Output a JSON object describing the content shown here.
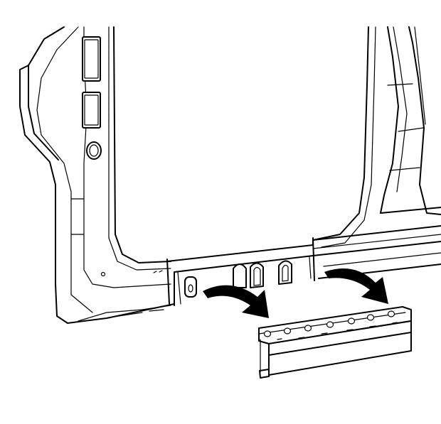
{
  "figure": {
    "type": "technical-illustration",
    "subject": "",
    "items": [
      {
        "name": "body-side-panel",
        "kind": "vehicle body side frame with door opening"
      },
      {
        "name": "rocker-reinforcement",
        "kind": "removable sill bracket with holes"
      },
      {
        "name": "arrow-left",
        "kind": "removal direction arrow"
      },
      {
        "name": "arrow-right",
        "kind": "removal direction arrow"
      }
    ],
    "colors": {
      "line": "#000000",
      "background": "#ffffff"
    }
  }
}
